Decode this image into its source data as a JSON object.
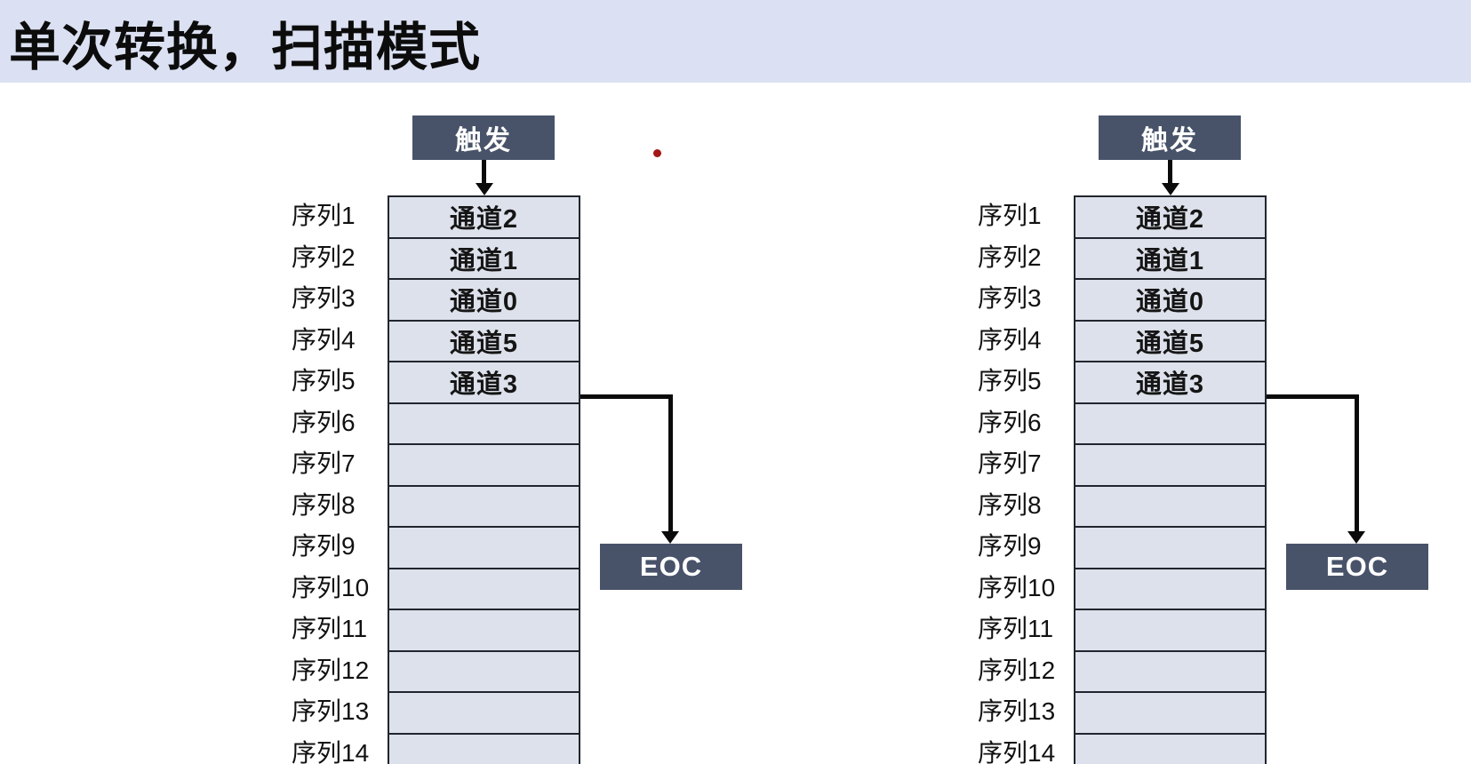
{
  "title": "单次转换，扫描模式",
  "colors": {
    "title_bar_bg": "#dbe1f2",
    "dark_box_bg": "#48536a",
    "dark_box_text": "#ffffff",
    "cell_bg": "#dde1eb",
    "cell_border": "#21252d",
    "arrow": "#0b0b0b",
    "pointer_dot": "#a31717"
  },
  "diagrams": [
    {
      "id": "left",
      "trigger_label": "触发",
      "eoc_label": "EOC",
      "rows": [
        {
          "seq": "序列1",
          "channel": "通道2"
        },
        {
          "seq": "序列2",
          "channel": "通道1"
        },
        {
          "seq": "序列3",
          "channel": "通道0"
        },
        {
          "seq": "序列4",
          "channel": "通道5"
        },
        {
          "seq": "序列5",
          "channel": "通道3"
        },
        {
          "seq": "序列6",
          "channel": ""
        },
        {
          "seq": "序列7",
          "channel": ""
        },
        {
          "seq": "序列8",
          "channel": ""
        },
        {
          "seq": "序列9",
          "channel": ""
        },
        {
          "seq": "序列10",
          "channel": ""
        },
        {
          "seq": "序列11",
          "channel": ""
        },
        {
          "seq": "序列12",
          "channel": ""
        },
        {
          "seq": "序列13",
          "channel": ""
        },
        {
          "seq": "序列14",
          "channel": ""
        }
      ]
    },
    {
      "id": "right",
      "trigger_label": "触发",
      "eoc_label": "EOC",
      "rows": [
        {
          "seq": "序列1",
          "channel": "通道2"
        },
        {
          "seq": "序列2",
          "channel": "通道1"
        },
        {
          "seq": "序列3",
          "channel": "通道0"
        },
        {
          "seq": "序列4",
          "channel": "通道5"
        },
        {
          "seq": "序列5",
          "channel": "通道3"
        },
        {
          "seq": "序列6",
          "channel": ""
        },
        {
          "seq": "序列7",
          "channel": ""
        },
        {
          "seq": "序列8",
          "channel": ""
        },
        {
          "seq": "序列9",
          "channel": ""
        },
        {
          "seq": "序列10",
          "channel": ""
        },
        {
          "seq": "序列11",
          "channel": ""
        },
        {
          "seq": "序列12",
          "channel": ""
        },
        {
          "seq": "序列13",
          "channel": ""
        },
        {
          "seq": "序列14",
          "channel": ""
        }
      ]
    }
  ]
}
